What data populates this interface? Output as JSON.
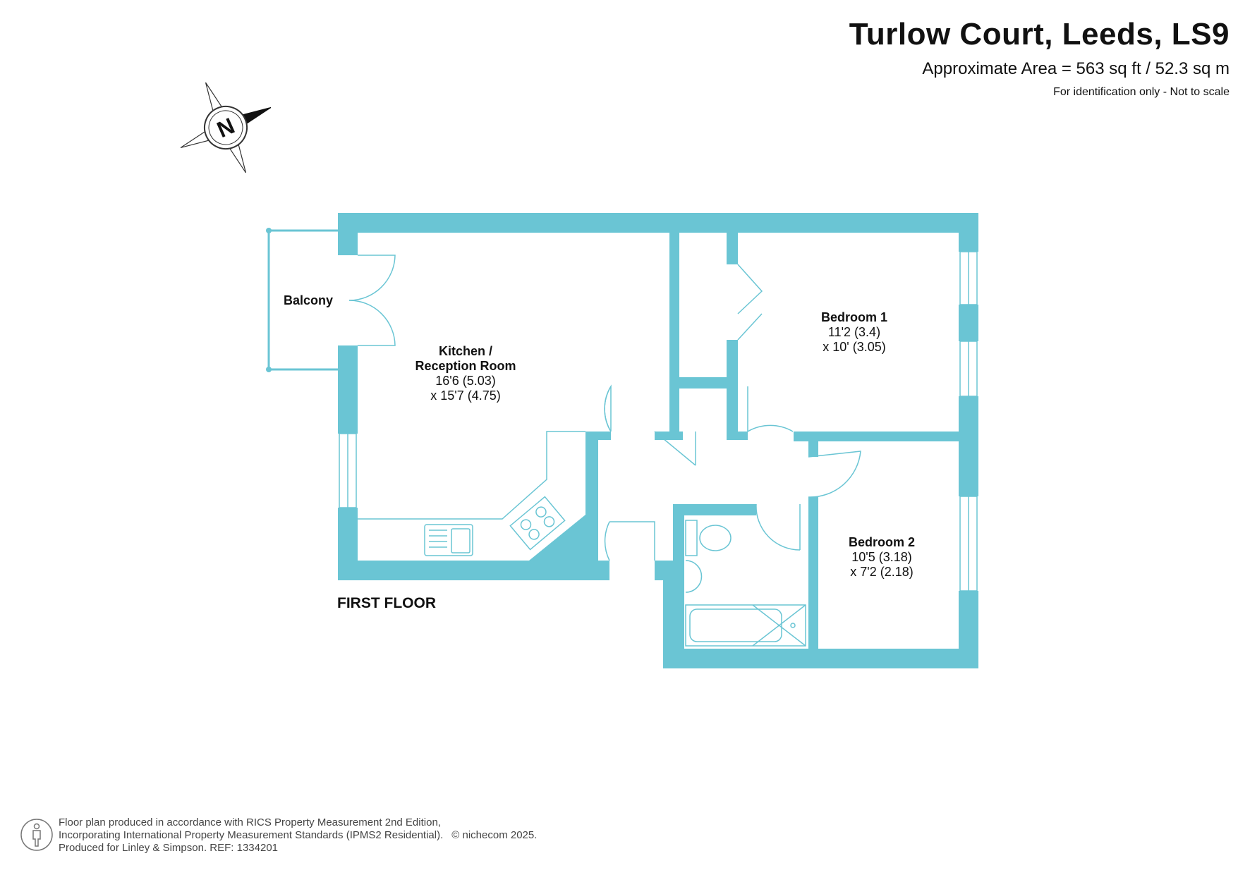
{
  "header": {
    "title": "Turlow Court, Leeds, LS9",
    "area": "Approximate Area = 563 sq ft / 52.3 sq m",
    "note": "For identification only - Not to scale"
  },
  "compass": {
    "letter": "N",
    "icon": "north-arrow-icon"
  },
  "rooms": {
    "balcony": {
      "name": "Balcony"
    },
    "kitchen": {
      "name_line1": "Kitchen /",
      "name_line2": "Reception Room",
      "dim1": "16'6 (5.03)",
      "dim2": "x 15'7 (4.75)"
    },
    "bedroom1": {
      "name": "Bedroom 1",
      "dim1": "11'2 (3.4)",
      "dim2": "x 10' (3.05)"
    },
    "bedroom2": {
      "name": "Bedroom 2",
      "dim1": "10'5 (3.18)",
      "dim2": "x 7'2 (2.18)"
    }
  },
  "floor_label": "FIRST FLOOR",
  "footer": {
    "line1": "Floor plan produced in accordance with RICS Property Measurement 2nd Edition,",
    "line2": "Incorporating International Property Measurement Standards (IPMS2 Residential).",
    "copyright": "© nichecom 2025.",
    "line3": "Produced for Linley & Simpson.   REF:  1334201"
  },
  "colors": {
    "wall": "#6ac5d4",
    "fixture": "#6ac5d4",
    "text": "#111111"
  }
}
